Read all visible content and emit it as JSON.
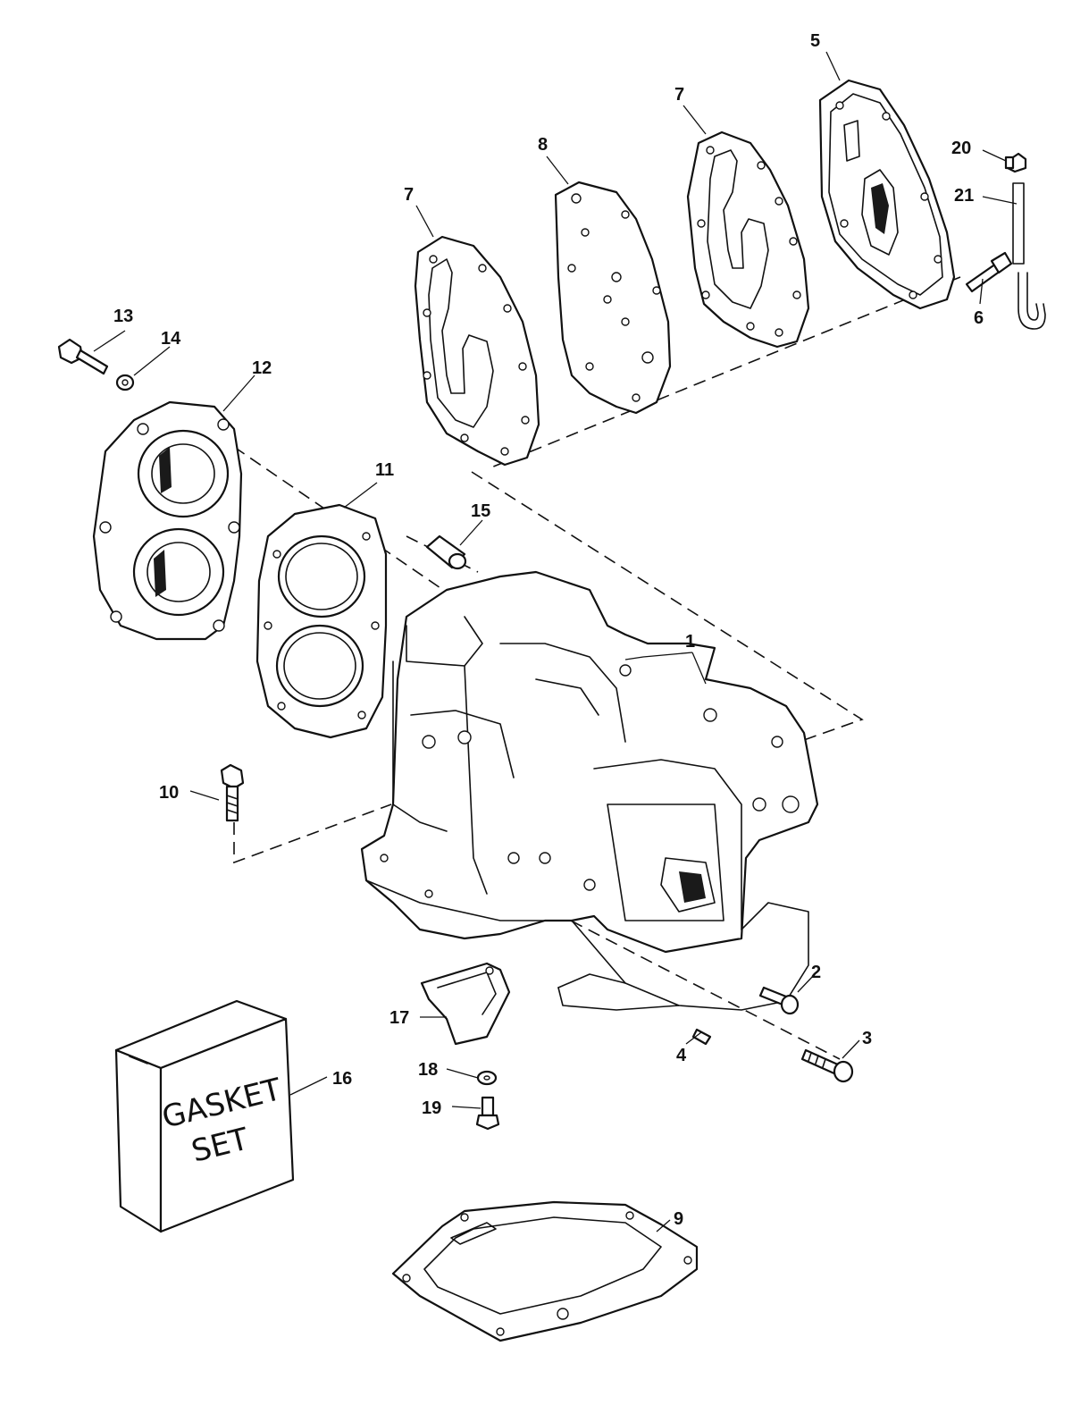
{
  "callouts": {
    "c1": "1",
    "c2": "2",
    "c3": "3",
    "c4": "4",
    "c5": "5",
    "c6": "6",
    "c7a": "7",
    "c7b": "7",
    "c8": "8",
    "c9": "9",
    "c10": "10",
    "c11": "11",
    "c12": "12",
    "c13": "13",
    "c14": "14",
    "c15": "15",
    "c16": "16",
    "c17": "17",
    "c18": "18",
    "c19": "19",
    "c20": "20",
    "c21": "21"
  },
  "gasket_box": {
    "line1": "GASKET",
    "line2": "SET"
  }
}
